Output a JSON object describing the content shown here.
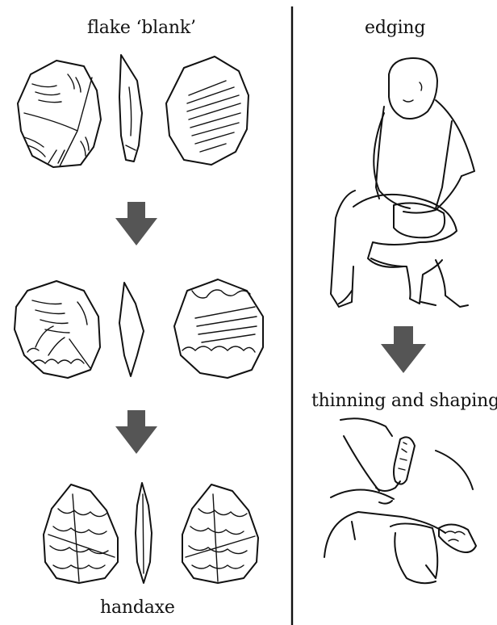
{
  "labels": {
    "flake_blank": "flake ‘blank’",
    "handaxe": "handaxe",
    "edging": "edging",
    "thinning_shaping": "thinning and shaping"
  },
  "colors": {
    "arrow": "#555555",
    "ink": "#111111",
    "divider": "#111111"
  },
  "icons": [
    "down-arrow-icon"
  ]
}
